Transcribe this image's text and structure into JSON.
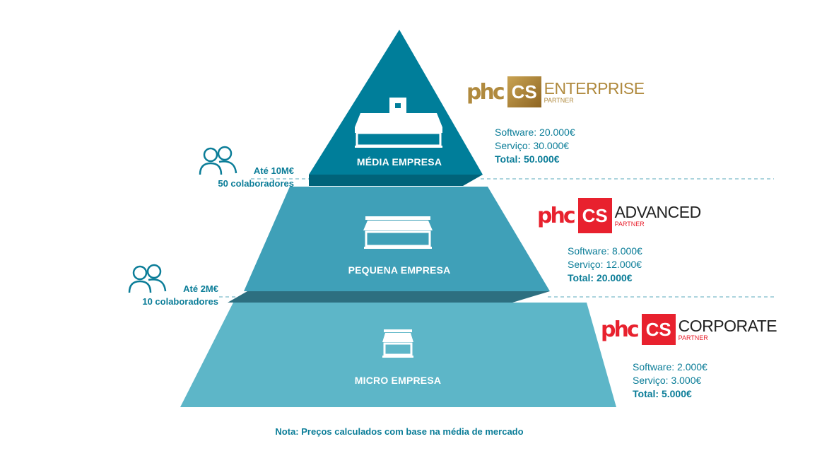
{
  "levels": [
    {
      "label": "MÉDIA EMPRESA",
      "logo": {
        "phc": "phc",
        "cs": "CS",
        "name": "ENTERPRISE",
        "partner": "PARTNER",
        "color": "#b08a3e"
      },
      "prices": {
        "software": "Software: 20.000€",
        "servico": "Serviço: 30.000€",
        "total": "Total: 50.000€"
      }
    },
    {
      "label": "PEQUENA EMPRESA",
      "logo": {
        "phc": "phc",
        "cs": "CS",
        "name": "ADVANCED",
        "partner": "PARTNER",
        "color": "#e8212e"
      },
      "prices": {
        "software": "Software: 8.000€",
        "servico": "Serviço: 12.000€",
        "total": "Total: 20.000€"
      }
    },
    {
      "label": "MICRO EMPRESA",
      "logo": {
        "phc": "phc",
        "cs": "CS",
        "name": "CORPORATE",
        "partner": "PARTNER",
        "color": "#e8212e"
      },
      "prices": {
        "software": "Software: 2.000€",
        "servico": "Serviço: 3.000€",
        "total": "Total: 5.000€"
      }
    }
  ],
  "thresholds": [
    {
      "revenue": "Até 10M€",
      "staff": "50 colaboradores"
    },
    {
      "revenue": "Até 2M€",
      "staff": "10 colaboradores"
    }
  ],
  "note": "Nota: Preços calculados com base na média de mercado",
  "colors": {
    "top": "#007e9a",
    "middle": "#3fa0b8",
    "bottom": "#5db6c8",
    "text": "#0b7d98"
  }
}
